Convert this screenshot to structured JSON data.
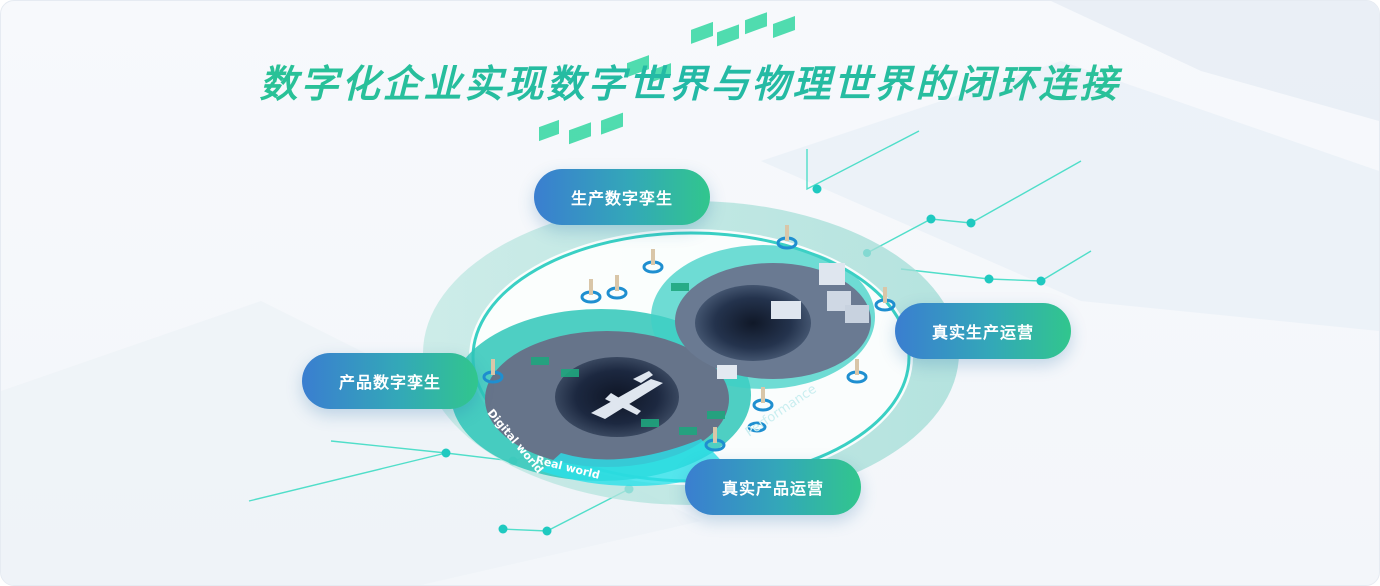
{
  "title": "数字化企业实现数字世界与物理世界的闭环连接",
  "nodes": {
    "production_twin": "生产数字孪生",
    "product_twin": "产品数字孪生",
    "real_production": "真实生产运营",
    "real_product": "真实产品运营"
  },
  "ring_labels": {
    "digital_world": "Digital world",
    "real_world": "Real world",
    "performance": "Performance"
  },
  "colors": {
    "title_green": "#2dc78d",
    "pill_blue": "#3a7ed0",
    "pill_green": "#31c68d",
    "line_teal": "#23d6c0",
    "node_blue": "#1fa6d6"
  }
}
